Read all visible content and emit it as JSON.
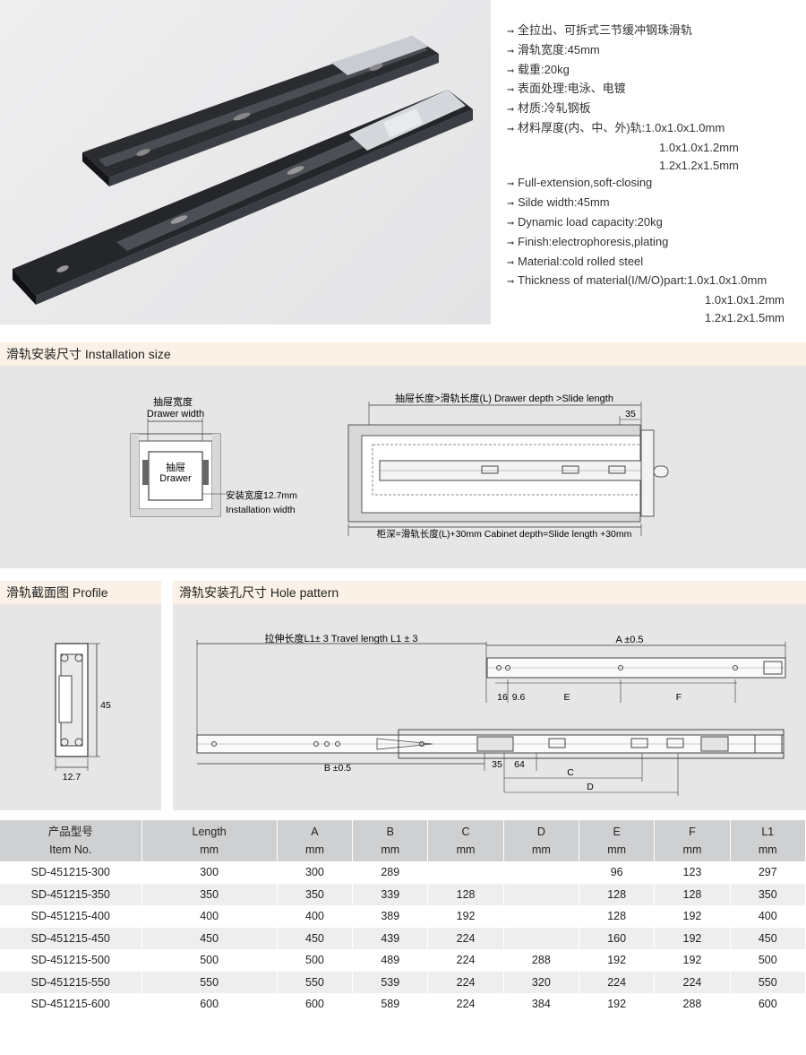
{
  "specs": {
    "cn": [
      "全拉出、可拆式三节缓冲钢珠滑轨",
      "滑轨宽度:45mm",
      "载重:20kg",
      "表面处理:电泳、电镀",
      "材质:冷轧钢板",
      "材料厚度(内、中、外)轨:1.0x1.0x1.0mm"
    ],
    "cn_cont": [
      "1.0x1.0x1.2mm",
      "1.2x1.2x1.5mm"
    ],
    "en": [
      "Full-extension,soft-closing",
      "Silde width:45mm",
      "Dynamic load capacity:20kg",
      "Finish:electrophoresis,plating",
      "Material:cold rolled steel",
      "Thickness of material(I/M/O)part:1.0x1.0x1.0mm"
    ],
    "en_cont": [
      "1.0x1.0x1.2mm",
      "1.2x1.2x1.5mm"
    ]
  },
  "sections": {
    "installation": "滑轨安装尺寸  Installation size",
    "profile": "滑轨截面图  Profile",
    "hole": "滑轨安装孔尺寸  Hole pattern"
  },
  "install": {
    "drawer_width_cn": "抽屉宽度",
    "drawer_width_en": "Drawer width",
    "drawer_cn": "抽屉",
    "drawer_en": "Drawer",
    "inst_width_cn": "安装宽度12.7mm",
    "inst_width_en": "Installation width",
    "depth_label": "抽屉长度>滑轨长度(L) Drawer depth >Slide length",
    "dim_35": "35",
    "cabinet_label": "柜深=滑轨长度(L)+30mm  Cabinet depth=Slide length +30mm"
  },
  "profile": {
    "height": "45",
    "width": "12.7"
  },
  "hole": {
    "travel": "拉伸长度L1± 3   Travel length L1 ± 3",
    "a": "A ±0.5",
    "d16": "16",
    "d96": "9.6",
    "e": "E",
    "f": "F",
    "b": "B ±0.5",
    "d35": "35",
    "d64": "64",
    "c": "C",
    "d": "D"
  },
  "table": {
    "headers": [
      {
        "top": "产品型号",
        "bottom": "Item No."
      },
      {
        "top": "Length",
        "bottom": "mm"
      },
      {
        "top": "A",
        "bottom": "mm"
      },
      {
        "top": "B",
        "bottom": "mm"
      },
      {
        "top": "C",
        "bottom": "mm"
      },
      {
        "top": "D",
        "bottom": "mm"
      },
      {
        "top": "E",
        "bottom": "mm"
      },
      {
        "top": "F",
        "bottom": "mm"
      },
      {
        "top": "L1",
        "bottom": "mm"
      }
    ],
    "rows": [
      [
        "SD-451215-300",
        "300",
        "300",
        "289",
        "",
        "",
        "96",
        "123",
        "297"
      ],
      [
        "SD-451215-350",
        "350",
        "350",
        "339",
        "128",
        "",
        "128",
        "128",
        "350"
      ],
      [
        "SD-451215-400",
        "400",
        "400",
        "389",
        "192",
        "",
        "128",
        "192",
        "400"
      ],
      [
        "SD-451215-450",
        "450",
        "450",
        "439",
        "224",
        "",
        "160",
        "192",
        "450"
      ],
      [
        "SD-451215-500",
        "500",
        "500",
        "489",
        "224",
        "288",
        "192",
        "192",
        "500"
      ],
      [
        "SD-451215-550",
        "550",
        "550",
        "539",
        "224",
        "320",
        "224",
        "224",
        "550"
      ],
      [
        "SD-451215-600",
        "600",
        "600",
        "589",
        "224",
        "384",
        "192",
        "288",
        "600"
      ]
    ]
  }
}
